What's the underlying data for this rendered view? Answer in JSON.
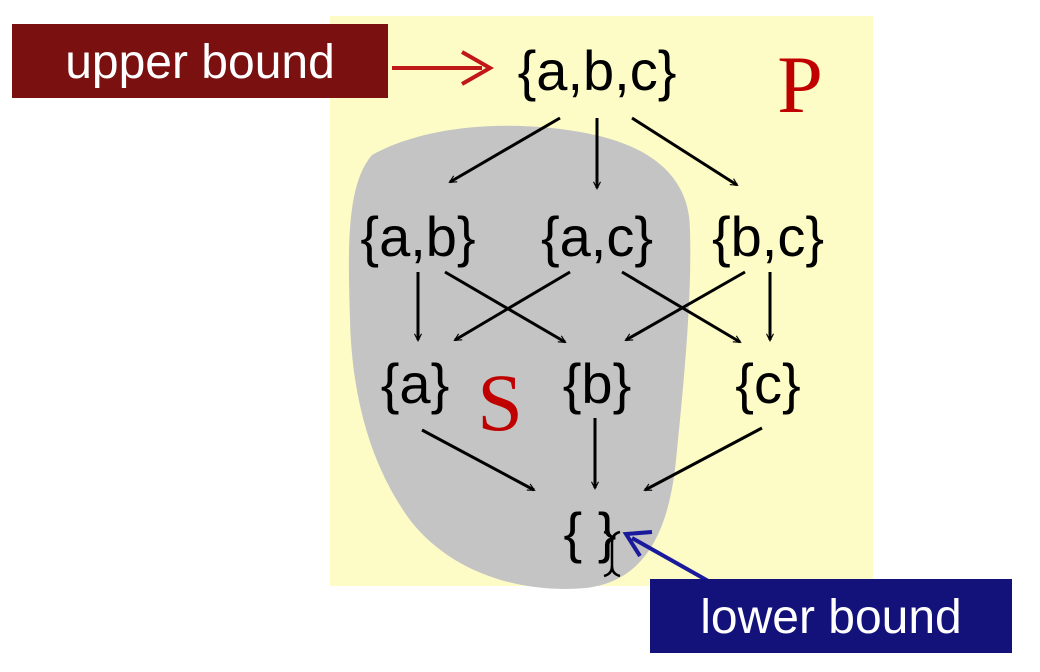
{
  "poset": {
    "outer_set_label": "P",
    "subset_label": "S",
    "outer_fill": "#fdfbc6",
    "subset_fill": "#c4c4c4",
    "letter_color": "#c00000",
    "nodes": {
      "abc": "{a,b,c}",
      "ab": "{a,b}",
      "ac": "{a,c}",
      "bc": "{b,c}",
      "a": "{a}",
      "b": "{b}",
      "c": "{c}",
      "empty": "{ }"
    }
  },
  "callouts": {
    "upper_bound": {
      "label": "upper bound",
      "bg": "#7a1010",
      "arrow_color": "#c01818"
    },
    "lower_bound": {
      "label": "lower bound",
      "bg": "#12127a",
      "arrow_color": "#1a1a9c"
    }
  },
  "cursor_icon": "text-cursor-icon"
}
